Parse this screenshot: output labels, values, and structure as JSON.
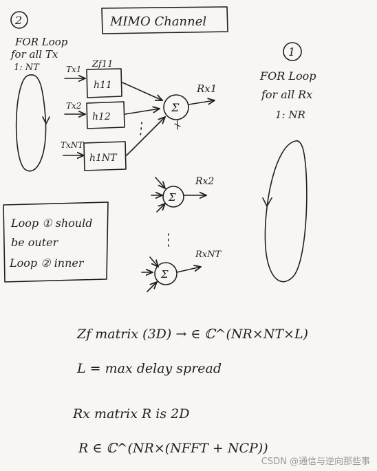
{
  "title": "MIMO Channel",
  "loop2": {
    "number": "2",
    "line1": "FOR Loop",
    "line2": "for all Tx",
    "line3": "1: NT"
  },
  "loop1": {
    "number": "1",
    "line1": "FOR Loop",
    "line2": "for all Rx",
    "line3": "1: NR"
  },
  "block": {
    "zf_label": "Zf11",
    "tx_inputs": [
      "Tx1",
      "Tx2",
      "TxNT"
    ],
    "channels": [
      "h11",
      "h12",
      "h1NT"
    ],
    "sum_symbol": "Σ",
    "outputs": [
      "Rx1",
      "Rx2",
      "RxNT"
    ]
  },
  "note": {
    "line1": "Loop ① should",
    "line2": "be outer",
    "line3": "Loop ② inner"
  },
  "equations": {
    "zf": "Zf matrix (3D) → ∈ ℂ^(NR×NT×L)",
    "L": "L = max delay spread",
    "rx": "Rx matrix R is 2D",
    "r": "R ∈ ℂ^(NR×(NFFT + NCP))"
  },
  "watermark": "CSDN @通信与逆向那些事"
}
